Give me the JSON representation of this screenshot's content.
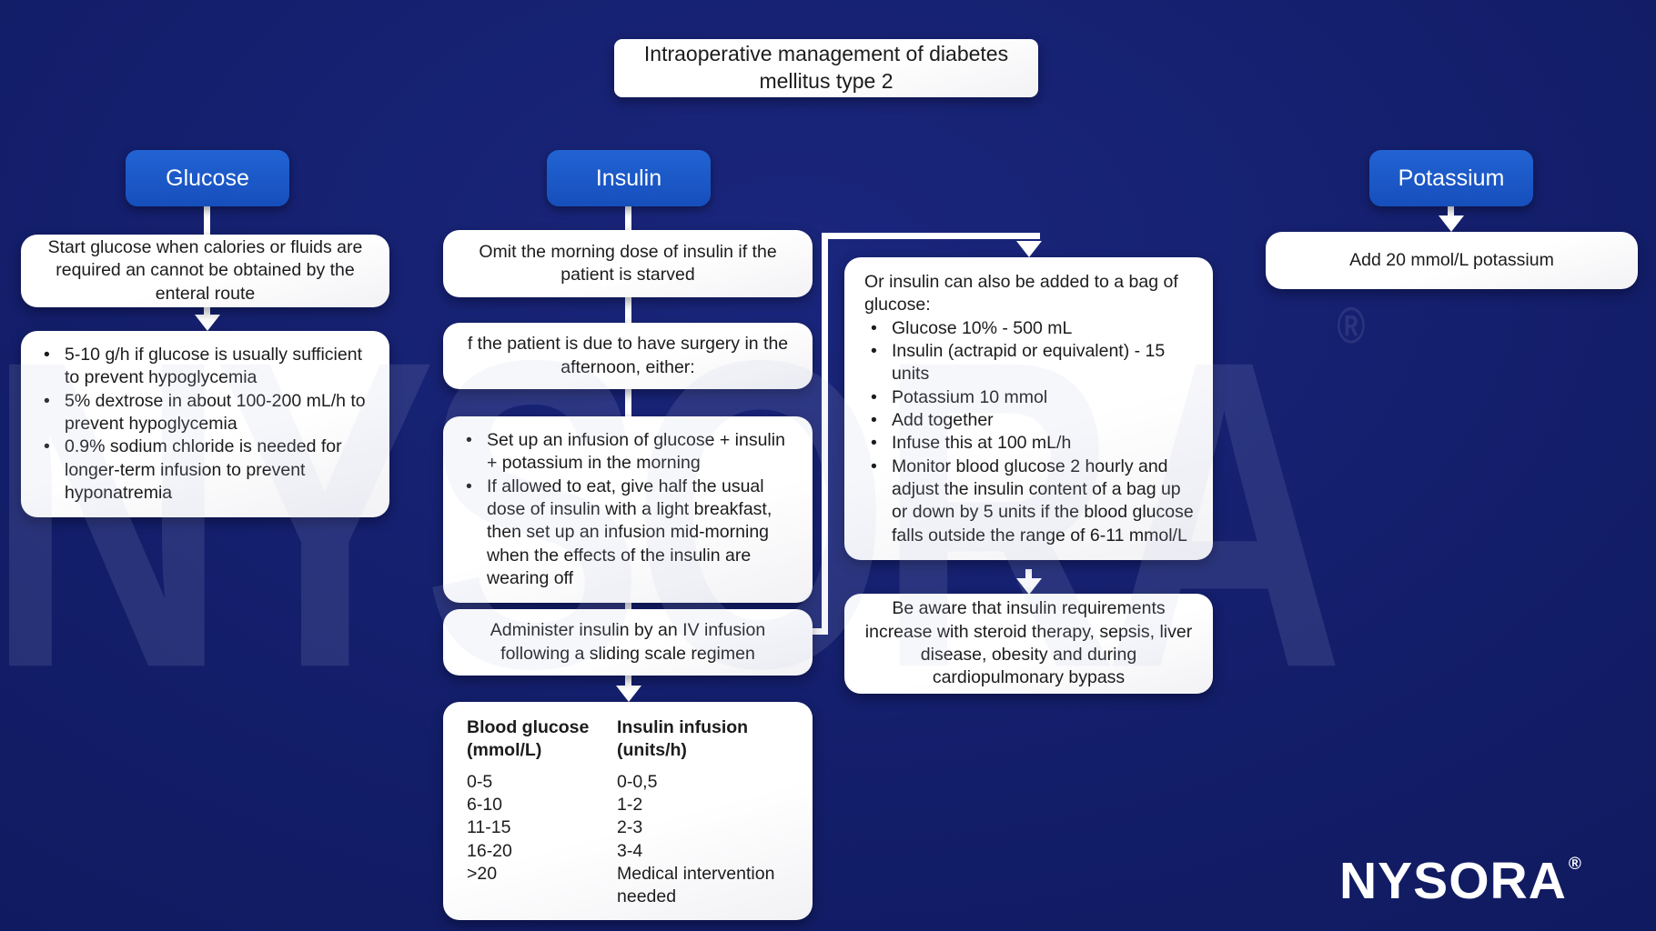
{
  "title": "Intraoperative management of diabetes mellitus type 2",
  "glucose": {
    "header": "Glucose",
    "start_box": "Start glucose when calories or fluids are required an cannot be obtained by the enteral route",
    "bullets": [
      "5-10 g/h if glucose is usually sufficient to prevent hypoglycemia",
      "5% dextrose in about 100-200 mL/h to prevent hypoglycemia",
      "0.9% sodium chloride is needed for longer-term infusion to prevent hyponatremia"
    ]
  },
  "insulin": {
    "header": "Insulin",
    "omit_box": "Omit the morning dose of insulin if the patient is starved",
    "afternoon_box": "f the patient is due to have surgery in the afternoon, either:",
    "options_bullets": [
      "Set up an infusion of glucose + insulin + potassium in the morning",
      "If allowed to eat, give half the usual dose of insulin with a light breakfast, then set up an infusion mid-morning when the effects of the insulin are wearing off"
    ],
    "administer_box": "Administer insulin by an IV infusion following a sliding scale regimen",
    "sliding_scale_table": {
      "headers": [
        "Blood glucose (mmol/L)",
        "Insulin infusion (units/h)"
      ],
      "rows": [
        [
          "0-5",
          "0-0,5"
        ],
        [
          "6-10",
          "1-2"
        ],
        [
          "11-15",
          "2-3"
        ],
        [
          "16-20",
          "3-4"
        ],
        [
          ">20",
          "Medical intervention needed"
        ]
      ]
    }
  },
  "alternative": {
    "intro": "Or insulin can also be added to a bag of glucose:",
    "bullets": [
      "Glucose 10% - 500 mL",
      "Insulin (actrapid or equivalent) - 15 units",
      "Potassium 10 mmol",
      "Add together",
      "Infuse this at 100 mL/h",
      "Monitor blood glucose 2 hourly and adjust the insulin content of a bag up or down by 5 units if the blood glucose falls outside the range of 6-11 mmol/L"
    ],
    "warning_box": "Be aware that insulin requirements increase with steroid therapy, sepsis, liver disease, obesity and during cardiopulmonary bypass"
  },
  "potassium": {
    "header": "Potassium",
    "add_box": "Add 20 mmol/L potassium"
  },
  "branding": {
    "logo_text": "NYSORA",
    "registered_mark": "®",
    "watermark_text": "NYSORA"
  },
  "colors": {
    "background_navy": "#141f6d",
    "accent_blue": "#1b58c8",
    "box_white": "#ffffff",
    "text_dark": "#1c1c1e"
  }
}
